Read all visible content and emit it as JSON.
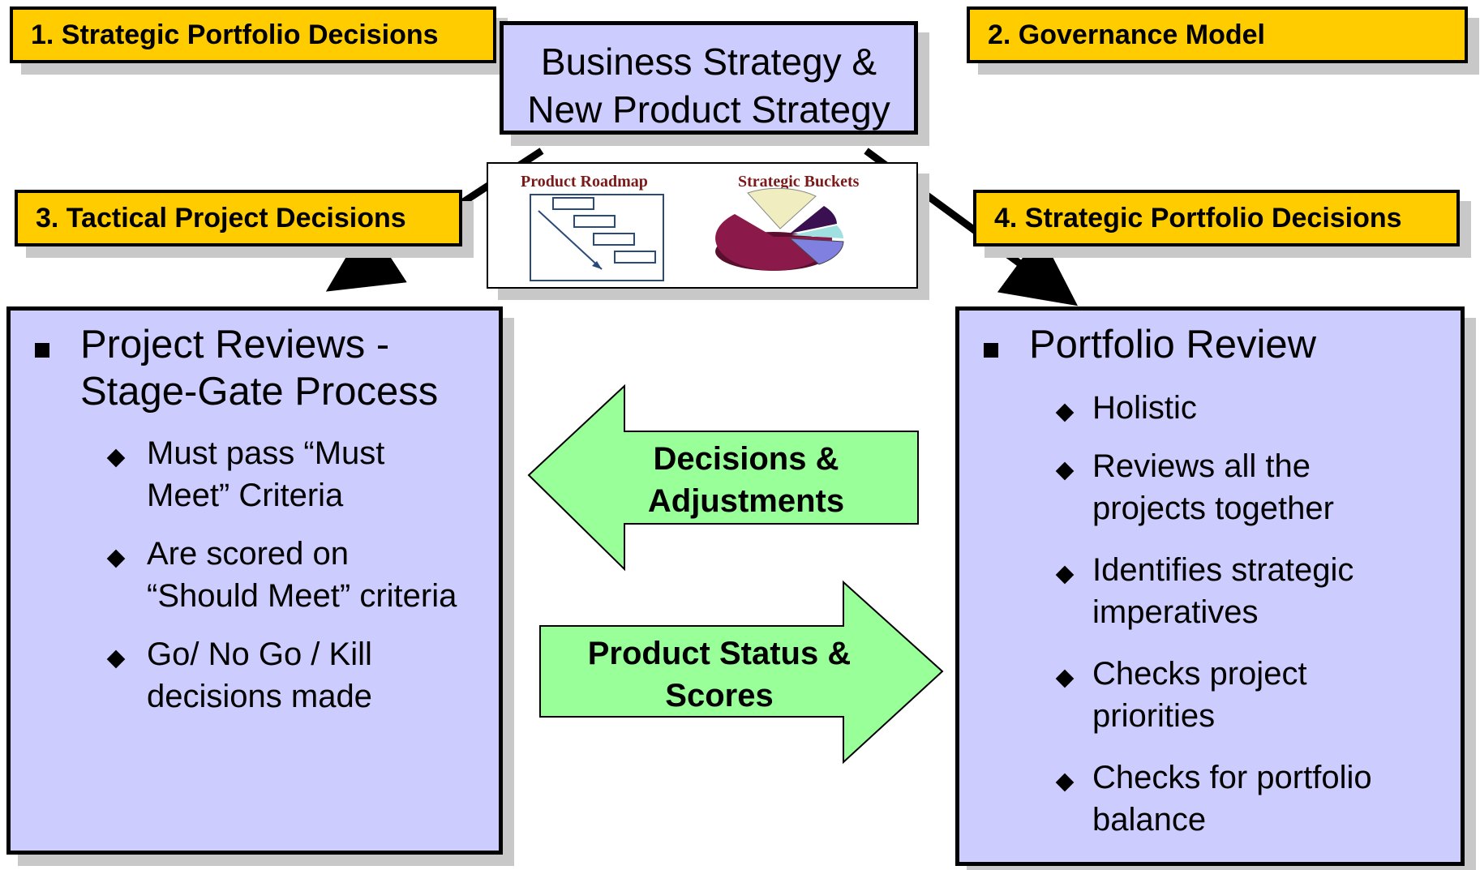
{
  "tags": {
    "t1": "1. Strategic Portfolio Decisions",
    "t2": "2. Governance Model",
    "t3": "3. Tactical Project Decisions",
    "t4": "4. Strategic Portfolio Decisions"
  },
  "strategy": {
    "line1": "Business Strategy &",
    "line2": "New Product Strategy"
  },
  "image_panel": {
    "roadmap_title": "Product Roadmap",
    "buckets_title": "Strategic Buckets"
  },
  "left_panel": {
    "heading_line1": "Project Reviews -",
    "heading_line2": "Stage-Gate Process",
    "bullets": [
      {
        "line1": "Must pass “Must",
        "line2": "Meet” Criteria"
      },
      {
        "line1": "Are scored on",
        "line2": "“Should Meet” criteria"
      },
      {
        "line1": "Go/ No Go / Kill",
        "line2": "decisions made"
      }
    ]
  },
  "right_panel": {
    "heading": "Portfolio Review",
    "bullets": [
      {
        "line1": "Holistic",
        "line2": ""
      },
      {
        "line1": "Reviews all the",
        "line2": "projects together"
      },
      {
        "line1": "Identifies strategic",
        "line2": "imperatives"
      },
      {
        "line1": "Checks project",
        "line2": "priorities"
      },
      {
        "line1": "Checks for portfolio",
        "line2": "balance"
      }
    ]
  },
  "arrows": {
    "left_line1": "Decisions &",
    "left_line2": "Adjustments",
    "right_line1": "Product Status &",
    "right_line2": "Scores"
  },
  "colors": {
    "tag_fill": "#ffcc00",
    "box_fill": "#ccccff",
    "arrow_fill": "#99ff99",
    "pie_main": "#8b1a4a"
  }
}
